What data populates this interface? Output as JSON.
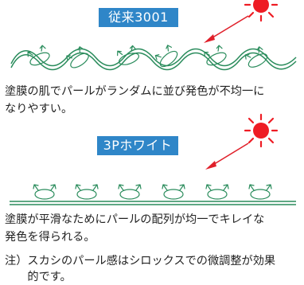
{
  "sections": [
    {
      "label": "従来3001",
      "description": "塗膜の肌でパールがランダムに並び発色が不均一に\nなりやすい。"
    },
    {
      "label": "3Pホワイト",
      "description": "塗膜が平滑なためにパールの配列が均一でキレイな\n発色を得られる。"
    }
  ],
  "note": "注）スカシのパール感はシロックスでの微調整が効果\n　　的です。",
  "colors": {
    "label_bg": "#2f86c8",
    "sun": "#ee1c24",
    "arrow": "#e0202a",
    "surface": "#2a8c5c"
  }
}
